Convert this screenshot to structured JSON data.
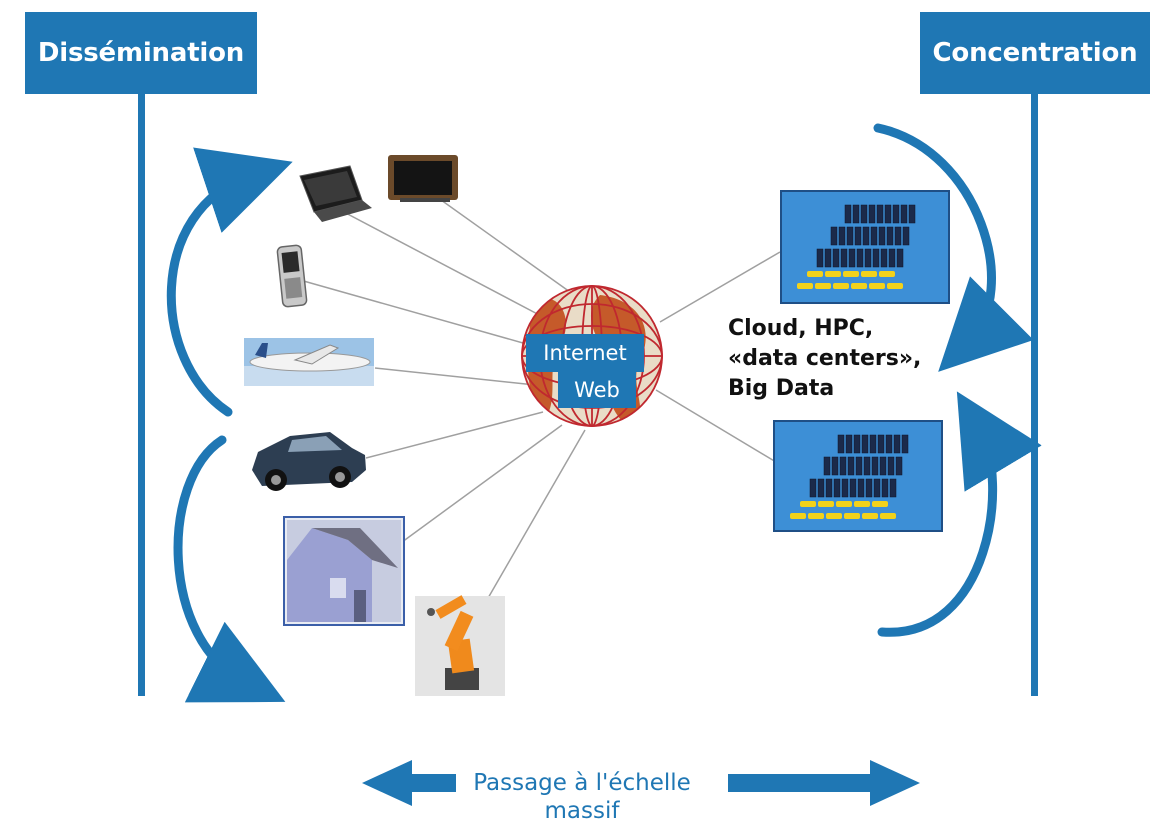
{
  "titles": {
    "left": "Dissémination",
    "right": "Concentration"
  },
  "hub": {
    "line1": "Internet",
    "line2": "Web"
  },
  "right_text": {
    "line1": "Cloud, HPC,",
    "line2": "«data centers»,",
    "line3": "Big Data"
  },
  "bottom": {
    "label": "Passage à l'échelle massif"
  },
  "colors": {
    "accent": "#1f77b4",
    "globe": "#c0282f",
    "server_panel": "#3d8fd6",
    "server_units": "#1b2a4a",
    "server_base": "#f2d21b"
  },
  "icons": {
    "devices": [
      "laptop-icon",
      "tablet-icon",
      "phone-icon",
      "airplane-icon",
      "car-icon",
      "house-icon",
      "robot-arm-icon"
    ],
    "data_centers": [
      "server-rack-icon",
      "server-rack-icon"
    ],
    "hub": "globe-icon"
  }
}
